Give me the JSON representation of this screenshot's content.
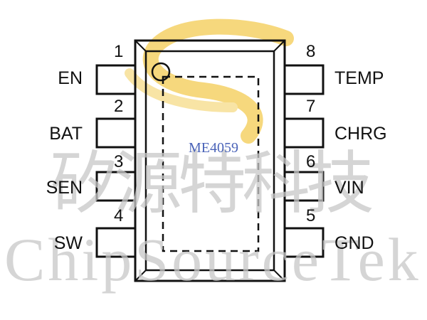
{
  "watermark": {
    "chinese_text": "矽源特科技",
    "english_text": "ChipSourceTek",
    "logo_icon": "s-swoosh-logo-icon",
    "logo_color": "#f8d57a"
  },
  "chip": {
    "part_number": "ME4059",
    "part_number_color": "#4a63b8",
    "pin1_marker_icon": "circle-icon"
  },
  "pins": {
    "left": [
      {
        "number": "1",
        "label": "EN"
      },
      {
        "number": "2",
        "label": "BAT"
      },
      {
        "number": "3",
        "label": "SEN"
      },
      {
        "number": "4",
        "label": "SW"
      }
    ],
    "right": [
      {
        "number": "8",
        "label": "TEMP"
      },
      {
        "number": "7",
        "label": "CHRG"
      },
      {
        "number": "6",
        "label": "VIN"
      },
      {
        "number": "5",
        "label": "GND"
      }
    ]
  }
}
